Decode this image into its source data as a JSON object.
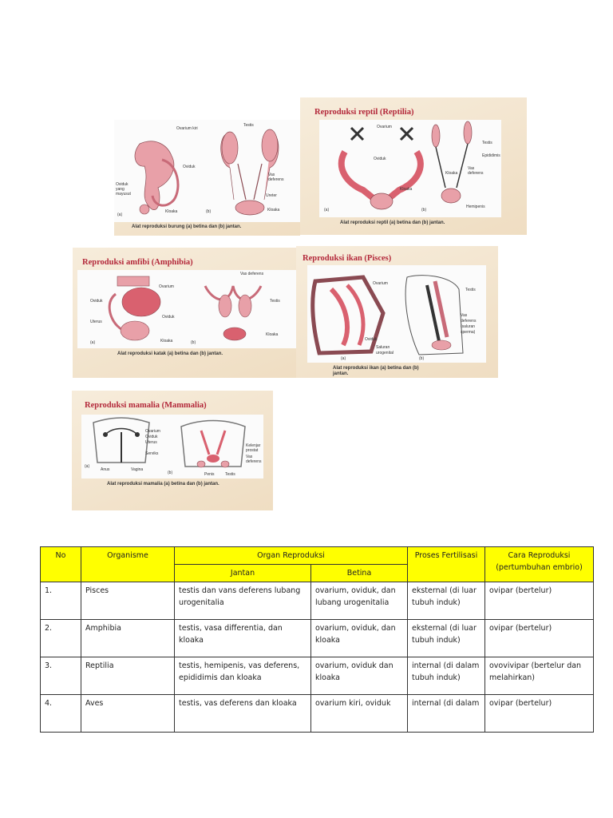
{
  "panels": {
    "burung": {
      "labels": [
        "Ovarium kiri",
        "Oviduk",
        "Oviduk",
        "yang",
        "mayusut",
        "Kloaka",
        "Testis",
        "Vas",
        "deferens",
        "Ureter",
        "Kloaka"
      ],
      "sub_a": "(a)",
      "sub_b": "(b)",
      "caption": "Alat reproduksi burung (a) betina dan (b) jantan."
    },
    "reptil": {
      "title": "Reproduksi reptil (Reptilia)",
      "labels": [
        "Ovarium",
        "Oviduk",
        "Kloaka",
        "Testis",
        "Epididimis",
        "Vas",
        "deferens",
        "Kloaka",
        "Hemipenis"
      ],
      "sub_a": "(a)",
      "sub_b": "(b)",
      "caption": "Alat reproduksi reptil (a) betina dan (b) jantan."
    },
    "amfibi": {
      "title": "Reproduksi amfibi (Amphibia)",
      "labels": [
        "Ovarium",
        "Oviduk",
        "Uterus",
        "Oviduk",
        "Kloaka",
        "Vas deferens",
        "Testis",
        "Kloaka"
      ],
      "sub_a": "(a)",
      "sub_b": "(b)",
      "caption": "Alat reproduksi katak (a) betina dan (b) jantan."
    },
    "ikan": {
      "title": "Reproduksi ikan (Pisces)",
      "labels": [
        "Ovarium",
        "Oviduk",
        "Testis",
        "Vas",
        "deferens",
        "(saluran",
        "sperma)",
        "Saluran",
        "urogenital"
      ],
      "sub_a": "(a)",
      "sub_b": "(b)",
      "caption_1": "Alat reproduksi ikan (a) betina dan (b)",
      "caption_2": "jantan."
    },
    "mamalia": {
      "title": "Reproduksi mamalia (Mammalia)",
      "labels": [
        "Ovarium",
        "Oviduk",
        "Uterus",
        "Serviks",
        "Anus",
        "Vagina",
        "Kelenjar",
        "prostat",
        "Vas",
        "deferens",
        "Penis",
        "Testis"
      ],
      "sub_a": "(a)",
      "sub_b": "(b)",
      "caption": "Alat reproduksi mamalia (a) betina dan (b) jantan."
    }
  },
  "table": {
    "headers": {
      "no": "No",
      "organisme": "Organisme",
      "organ": "Organ Reproduksi",
      "jantan": "Jantan",
      "betina": "Betina",
      "proses": "Proses Fertilisasi",
      "cara_1": "Cara Reproduksi",
      "cara_2": "(pertumbuhan embrio)"
    },
    "rows": [
      {
        "no": "1.",
        "organisme": "Pisces",
        "jantan": "testis dan vans deferens lubang urogenitalia",
        "betina": "ovarium, oviduk, dan lubang urogenitalia",
        "proses": "eksternal (di luar tubuh induk)",
        "cara": "ovipar (bertelur)"
      },
      {
        "no": "2.",
        "organisme": "Amphibia",
        "jantan": "testis, vasa differentia, dan kloaka",
        "betina": "ovarium, oviduk, dan kloaka",
        "proses": "eksternal (di luar tubuh induk)",
        "cara": "ovipar (bertelur)"
      },
      {
        "no": "3.",
        "organisme": "Reptilia",
        "jantan": "testis, hemipenis, vas deferens, epididimis dan kloaka",
        "betina": "ovarium, oviduk dan kloaka",
        "proses": "internal (di dalam tubuh induk)",
        "cara": "ovovivipar (bertelur dan melahirkan)"
      },
      {
        "no": "4.",
        "organisme": "Aves",
        "jantan": "testis, vas deferens dan kloaka",
        "betina": "ovarium kiri, oviduk",
        "proses": "internal (di dalam",
        "cara": "ovipar (bertelur)"
      }
    ]
  },
  "colors": {
    "header_bg": "#ffff00",
    "panel_bg": "#f4e6cf",
    "title_red": "#b3283a",
    "organ_pink": "#e8a0a8"
  }
}
